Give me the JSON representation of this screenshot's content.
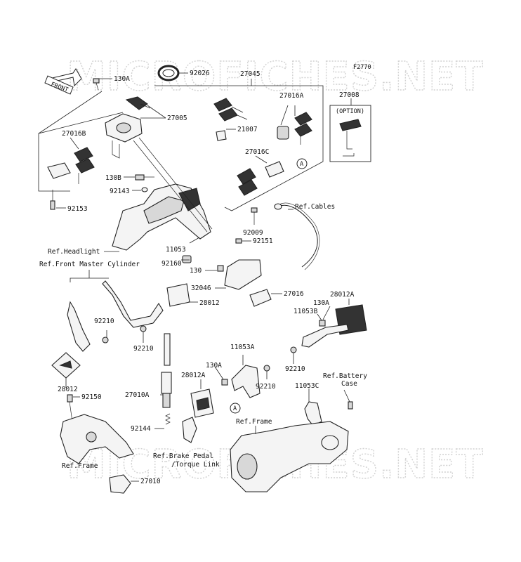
{
  "diagram_code": "F2770",
  "watermark": "MICROFICHES.NET",
  "front_marker": "FRONT",
  "option_box_label": "(OPTION)",
  "circle_ref": "A",
  "parts": {
    "p130A_top": "130A",
    "p92026": "92026",
    "p27045": "27045",
    "p27005": "27005",
    "p27016A": "27016A",
    "p21007": "21007",
    "p27008": "27008",
    "p27016B": "27016B",
    "p27016C": "27016C",
    "p130B": "130B",
    "p92143": "92143",
    "p92153": "92153",
    "p92009": "92009",
    "p92151": "92151",
    "p11053_top": "11053",
    "p92160": "92160",
    "p130_mid": "130",
    "p32046": "32046",
    "p27016": "27016",
    "p28012A_right": "28012A",
    "p130A_right": "130A",
    "p11053B": "11053B",
    "p28012_mid": "28012",
    "p92210_a": "92210",
    "p92210_b": "92210",
    "p92210_c": "92210",
    "p92210_d": "92210",
    "p11053A": "11053A",
    "p130A_mid": "130A",
    "p28012A_mid": "28012A",
    "p28012_left": "28012",
    "p92150": "92150",
    "p27010A": "27010A",
    "p92144": "92144",
    "p11053C": "11053C",
    "p27010": "27010"
  },
  "refs": {
    "headlight": "Ref.Headlight",
    "front_master": "Ref.Front Master Cylinder",
    "cables": "Ref.Cables",
    "battery_1": "Ref.Battery",
    "battery_2": "Case",
    "frame_right": "Ref.Frame",
    "frame_left": "Ref.Frame",
    "brake_1": "Ref.Brake Pedal",
    "brake_2": "/Torque Link"
  }
}
